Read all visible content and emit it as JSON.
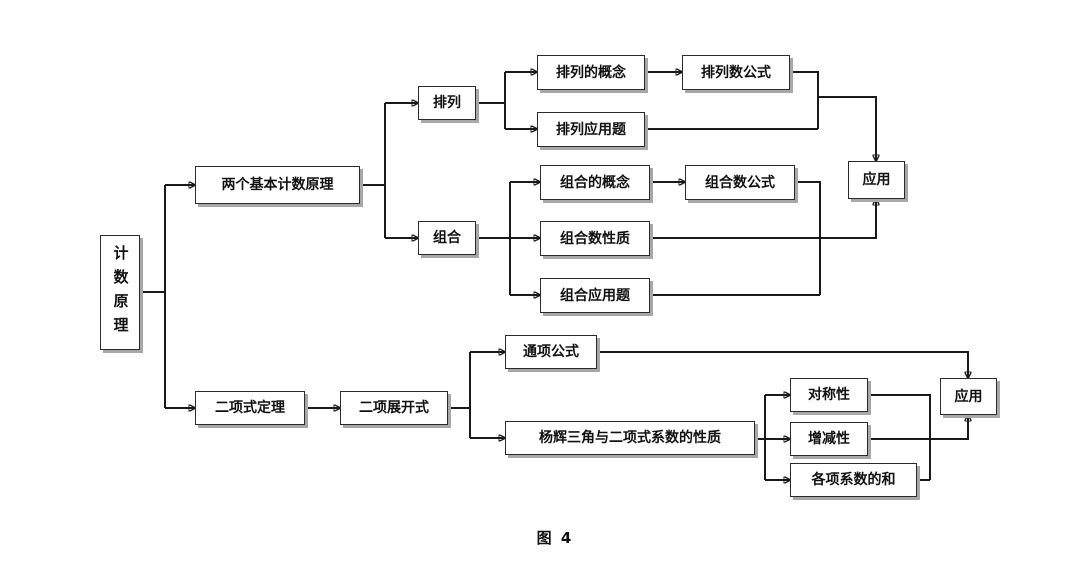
{
  "diagram": {
    "root": "计数原理",
    "counting_principles": "两个基本计数原理",
    "permutation": "排列",
    "perm_concept": "排列的概念",
    "perm_formula": "排列数公式",
    "perm_problems": "排列应用题",
    "combination": "组合",
    "comb_concept": "组合的概念",
    "comb_formula": "组合数公式",
    "comb_properties": "组合数性质",
    "comb_problems": "组合应用题",
    "application_top": "应用",
    "binomial_theorem": "二项式定理",
    "binomial_expansion": "二项展开式",
    "general_term": "通项公式",
    "yanghui": "杨辉三角与二项式系数的性质",
    "symmetry": "对称性",
    "monotonicity": "增减性",
    "coefficient_sum": "各项系数的和",
    "application_bottom": "应用"
  },
  "caption": "图 4",
  "colors": {
    "line": "#1a1a1a",
    "border": "#2a2a2a",
    "shadow": "#a8a8a8",
    "background": "#ffffff"
  }
}
